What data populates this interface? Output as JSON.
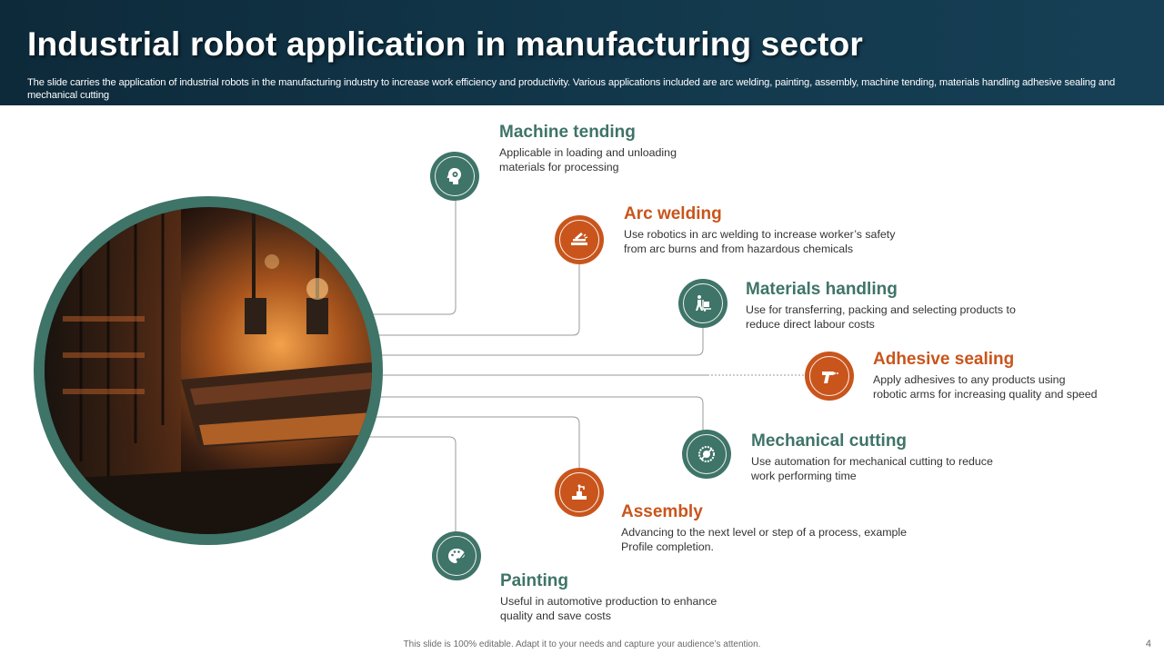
{
  "header": {
    "title": "Industrial robot application in manufacturing sector",
    "subtitle": "The slide carries the application of industrial robots in the manufacturing industry to increase work efficiency and productivity. Various applications included are arc welding, painting, assembly, machine tending, materials handling adhesive sealing and mechanical cutting"
  },
  "colors": {
    "header_bg": "#13394d",
    "green": "#3f7468",
    "orange": "#c9551c"
  },
  "image": {
    "description_icon": "industrial-foundry-photo"
  },
  "applications": [
    {
      "title": "Machine tending",
      "desc1": "Applicable in loading and unloading",
      "desc2": "materials for processing",
      "icon": "head-gear-icon",
      "color": "green"
    },
    {
      "title": "Arc welding",
      "desc1": "Use robotics in arc welding to increase worker’s safety",
      "desc2": "from arc burns and from hazardous chemicals",
      "icon": "welding-icon",
      "color": "orange"
    },
    {
      "title": "Materials handling",
      "desc1": "Use for transferring,  packing and selecting products to",
      "desc2": "reduce direct labour costs",
      "icon": "hand-truck-icon",
      "color": "green"
    },
    {
      "title": "Adhesive sealing",
      "desc1": "Apply adhesives to any products using",
      "desc2": "robotic arms for increasing quality and speed",
      "icon": "glue-gun-icon",
      "color": "orange"
    },
    {
      "title": "Mechanical cutting",
      "desc1": "Use automation for mechanical cutting to reduce",
      "desc2": "work performing time",
      "icon": "saw-blade-icon",
      "color": "green"
    },
    {
      "title": "Assembly",
      "desc1": "Advancing to the next level or step of a process, example",
      "desc2": "Profile completion.",
      "icon": "assembly-robot-icon",
      "color": "orange"
    },
    {
      "title": "Painting",
      "desc1": "Useful in automotive  production to enhance",
      "desc2": "quality and save costs",
      "icon": "palette-brush-icon",
      "color": "green"
    }
  ],
  "footer": {
    "text": "This slide is 100% editable. Adapt it to your needs and capture your audience’s attention.",
    "page_number": "4"
  }
}
